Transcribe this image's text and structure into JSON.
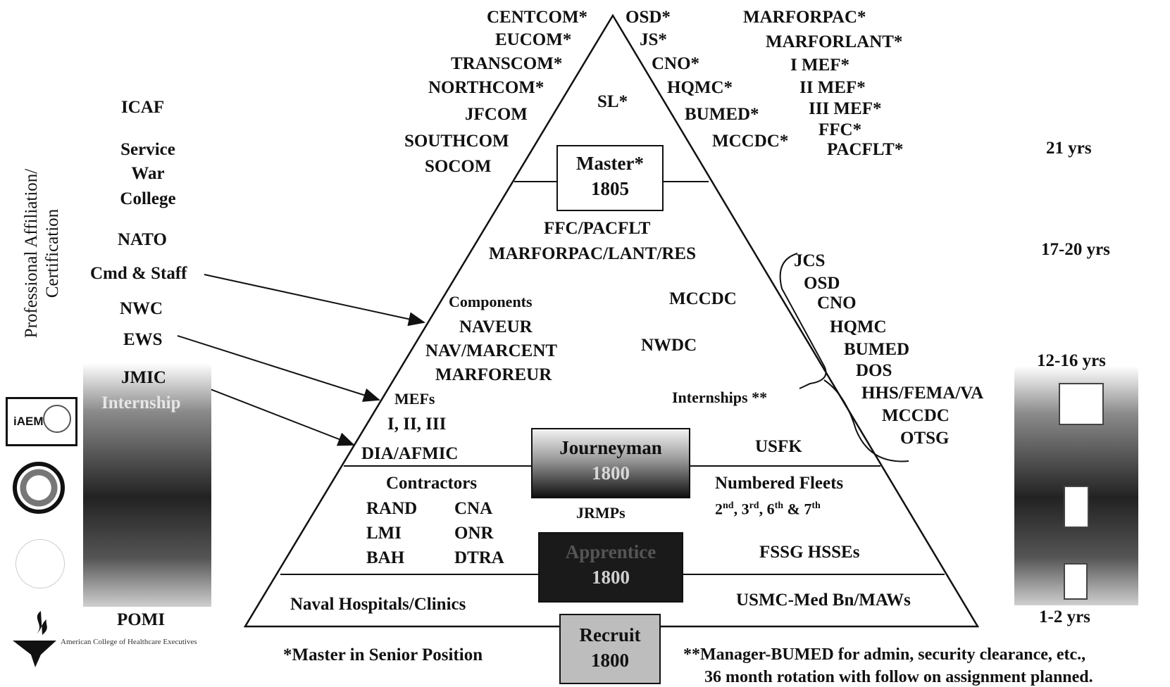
{
  "pyramid": {
    "top_left_commands": [
      "CENTCOM*",
      "EUCOM*",
      "TRANSCOM*",
      "NORTHCOM*",
      "JFCOM",
      "SOUTHCOM",
      "SOCOM"
    ],
    "top_mid_commands": [
      "OSD*",
      "JS*",
      "CNO*",
      "HQMC*",
      "BUMED*",
      "MCCDC*"
    ],
    "top_right_commands": [
      "MARFORPAC*",
      "MARFORLANT*",
      "I MEF*",
      "II MEF*",
      "III MEF*",
      "FFC*",
      "PACFLT*"
    ],
    "apex_label": "SL*",
    "master_box": {
      "title": "Master*",
      "code": "1805"
    },
    "middle": {
      "header": [
        "FFC/PACFLT",
        "MARFORPAC/LANT/RES"
      ],
      "components": [
        "Components",
        "NAVEUR",
        "NAV/MARCENT",
        "MARFOREUR"
      ],
      "mccdc": "MCCDC",
      "nwdc": "NWDC",
      "mefs": [
        "MEFs",
        "I, II, III"
      ],
      "dia": "DIA/AFMIC",
      "internships": "Internships **",
      "usfk": "USFK"
    },
    "journeyman_box": {
      "title": "Journeyman",
      "code": "1800"
    },
    "lower": {
      "contractors_title": "Contractors",
      "contractors_left": [
        "RAND",
        "LMI",
        "BAH"
      ],
      "contractors_right": [
        "CNA",
        "ONR",
        "DTRA"
      ],
      "jrmps": "JRMPs",
      "numbered_fleets": "Numbered Fleets",
      "fleet_ordinals": [
        {
          "num": "2",
          "sup": "nd"
        },
        {
          "num": "3",
          "sup": "rd"
        },
        {
          "num": "6",
          "sup": "th"
        },
        {
          "num": "7",
          "sup": "th"
        }
      ],
      "fleet_joiners": [
        ", ",
        ", ",
        " & ",
        ""
      ],
      "fssg": "FSSG HSSEs"
    },
    "apprentice_box": {
      "title": "Apprentice",
      "code": "1800"
    },
    "base": {
      "left": "Naval Hospitals/Clinics",
      "right": "USMC-Med Bn/MAWs"
    },
    "recruit_box": {
      "title": "Recruit",
      "code": "1800"
    }
  },
  "internship_list": [
    "JCS",
    "OSD",
    "CNO",
    "HQMC",
    "BUMED",
    "DOS",
    "HHS/FEMA/VA",
    "MCCDC",
    "OTSG"
  ],
  "education": {
    "column_title": "Professional Affiliation/ Certification",
    "items": [
      "ICAF",
      "Service",
      "War",
      "College",
      "NATO",
      "Cmd & Staff",
      "NWC",
      "EWS",
      "JMIC",
      "Internship",
      "POMI"
    ],
    "logo_text": "iAEM",
    "ache_caption": "American College of Healthcare Executives"
  },
  "years": [
    "21 yrs",
    "17-20 yrs",
    "12-16 yrs",
    "1-2 yrs"
  ],
  "footnotes": {
    "master": "*Master in Senior Position",
    "manager": [
      "**Manager-BUMED for admin, security clearance, etc.,",
      "36 month rotation with follow on assignment planned."
    ]
  },
  "colors": {
    "ink": "#111111",
    "background": "#ffffff",
    "gradient_dark": "#222222"
  }
}
